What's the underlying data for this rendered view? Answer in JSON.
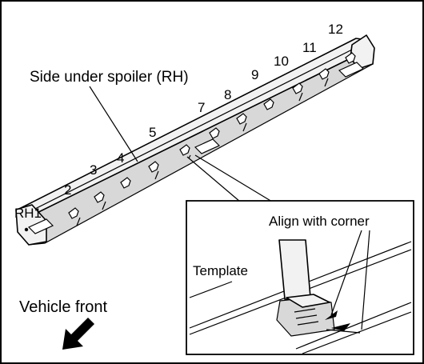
{
  "clip_numbers": [
    {
      "label": "RH1"
    },
    {
      "label": "2"
    },
    {
      "label": "3"
    },
    {
      "label": "4"
    },
    {
      "label": "5"
    },
    {
      "label": "7"
    },
    {
      "label": "8"
    },
    {
      "label": "9"
    },
    {
      "label": "10"
    },
    {
      "label": "11"
    },
    {
      "label": "12"
    }
  ],
  "part_label": "Side under spoiler (RH)",
  "detail": {
    "template_label": "Template",
    "corner_label": "Align with corner"
  },
  "direction": {
    "label": "Vehicle front",
    "icon": "arrow-down-left-icon"
  }
}
